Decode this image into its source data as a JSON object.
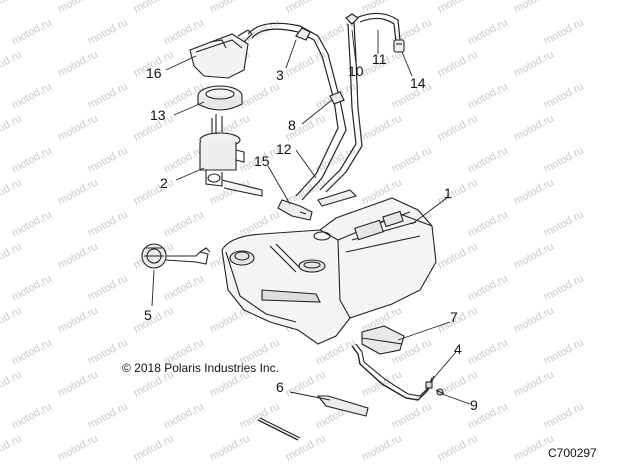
{
  "watermark": "motod.ru",
  "copyright": "© 2018 Polaris Industries Inc.",
  "diagram_code": "C700297",
  "callouts": [
    {
      "id": "1",
      "part": "fuel-tank"
    },
    {
      "id": "2",
      "part": "fuel-pump"
    },
    {
      "id": "3",
      "part": "vent-line"
    },
    {
      "id": "4",
      "part": "strap"
    },
    {
      "id": "5",
      "part": "fuel-cap"
    },
    {
      "id": "6",
      "part": "pad"
    },
    {
      "id": "7",
      "part": "pad-plate"
    },
    {
      "id": "8",
      "part": "line-clip"
    },
    {
      "id": "9",
      "part": "bolt"
    },
    {
      "id": "10",
      "part": "line-clip-top"
    },
    {
      "id": "11",
      "part": "vent-hose"
    },
    {
      "id": "12",
      "part": "fuel-line"
    },
    {
      "id": "13",
      "part": "retaining-ring"
    },
    {
      "id": "14",
      "part": "check-valve"
    },
    {
      "id": "15",
      "part": "connector"
    },
    {
      "id": "16",
      "part": "pump-cover"
    }
  ]
}
